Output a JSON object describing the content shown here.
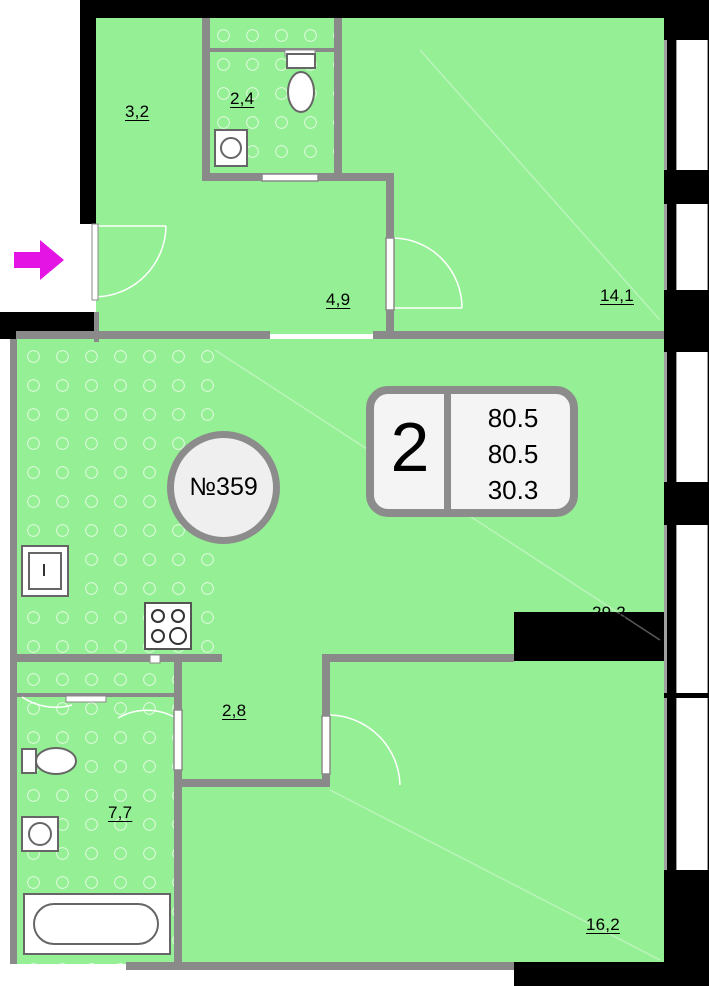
{
  "apartment": {
    "number": "№359"
  },
  "summary": {
    "rooms": "2",
    "values": [
      "80.5",
      "80.5",
      "30.3"
    ]
  },
  "rooms": {
    "hall_top": "3,2",
    "toilet": "2,4",
    "corridor": "4,9",
    "bedroom_top": "14,1",
    "living_kitchen": "29,2",
    "hall_small": "2,8",
    "bathroom": "7,7",
    "bedroom_bottom": "16,2"
  },
  "colors": {
    "floor": "#95ef95",
    "entrance_arrow": "#e415e4",
    "walls": "#000000"
  },
  "icons": [
    "entrance-arrow-icon",
    "toilet-icon",
    "washbasin-icon",
    "sink-icon",
    "stove-icon",
    "bathtub-icon"
  ]
}
